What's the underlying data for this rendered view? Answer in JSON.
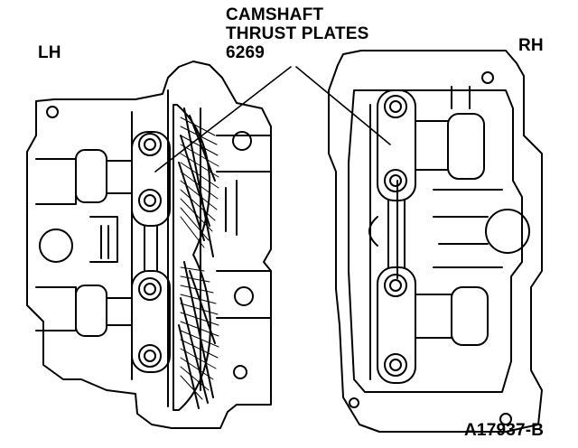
{
  "callout": {
    "line1": "CAMSHAFT",
    "line2": "THRUST PLATES",
    "line3": "6269"
  },
  "side_left": "LH",
  "side_right": "RH",
  "figure_id": "A17937-B"
}
